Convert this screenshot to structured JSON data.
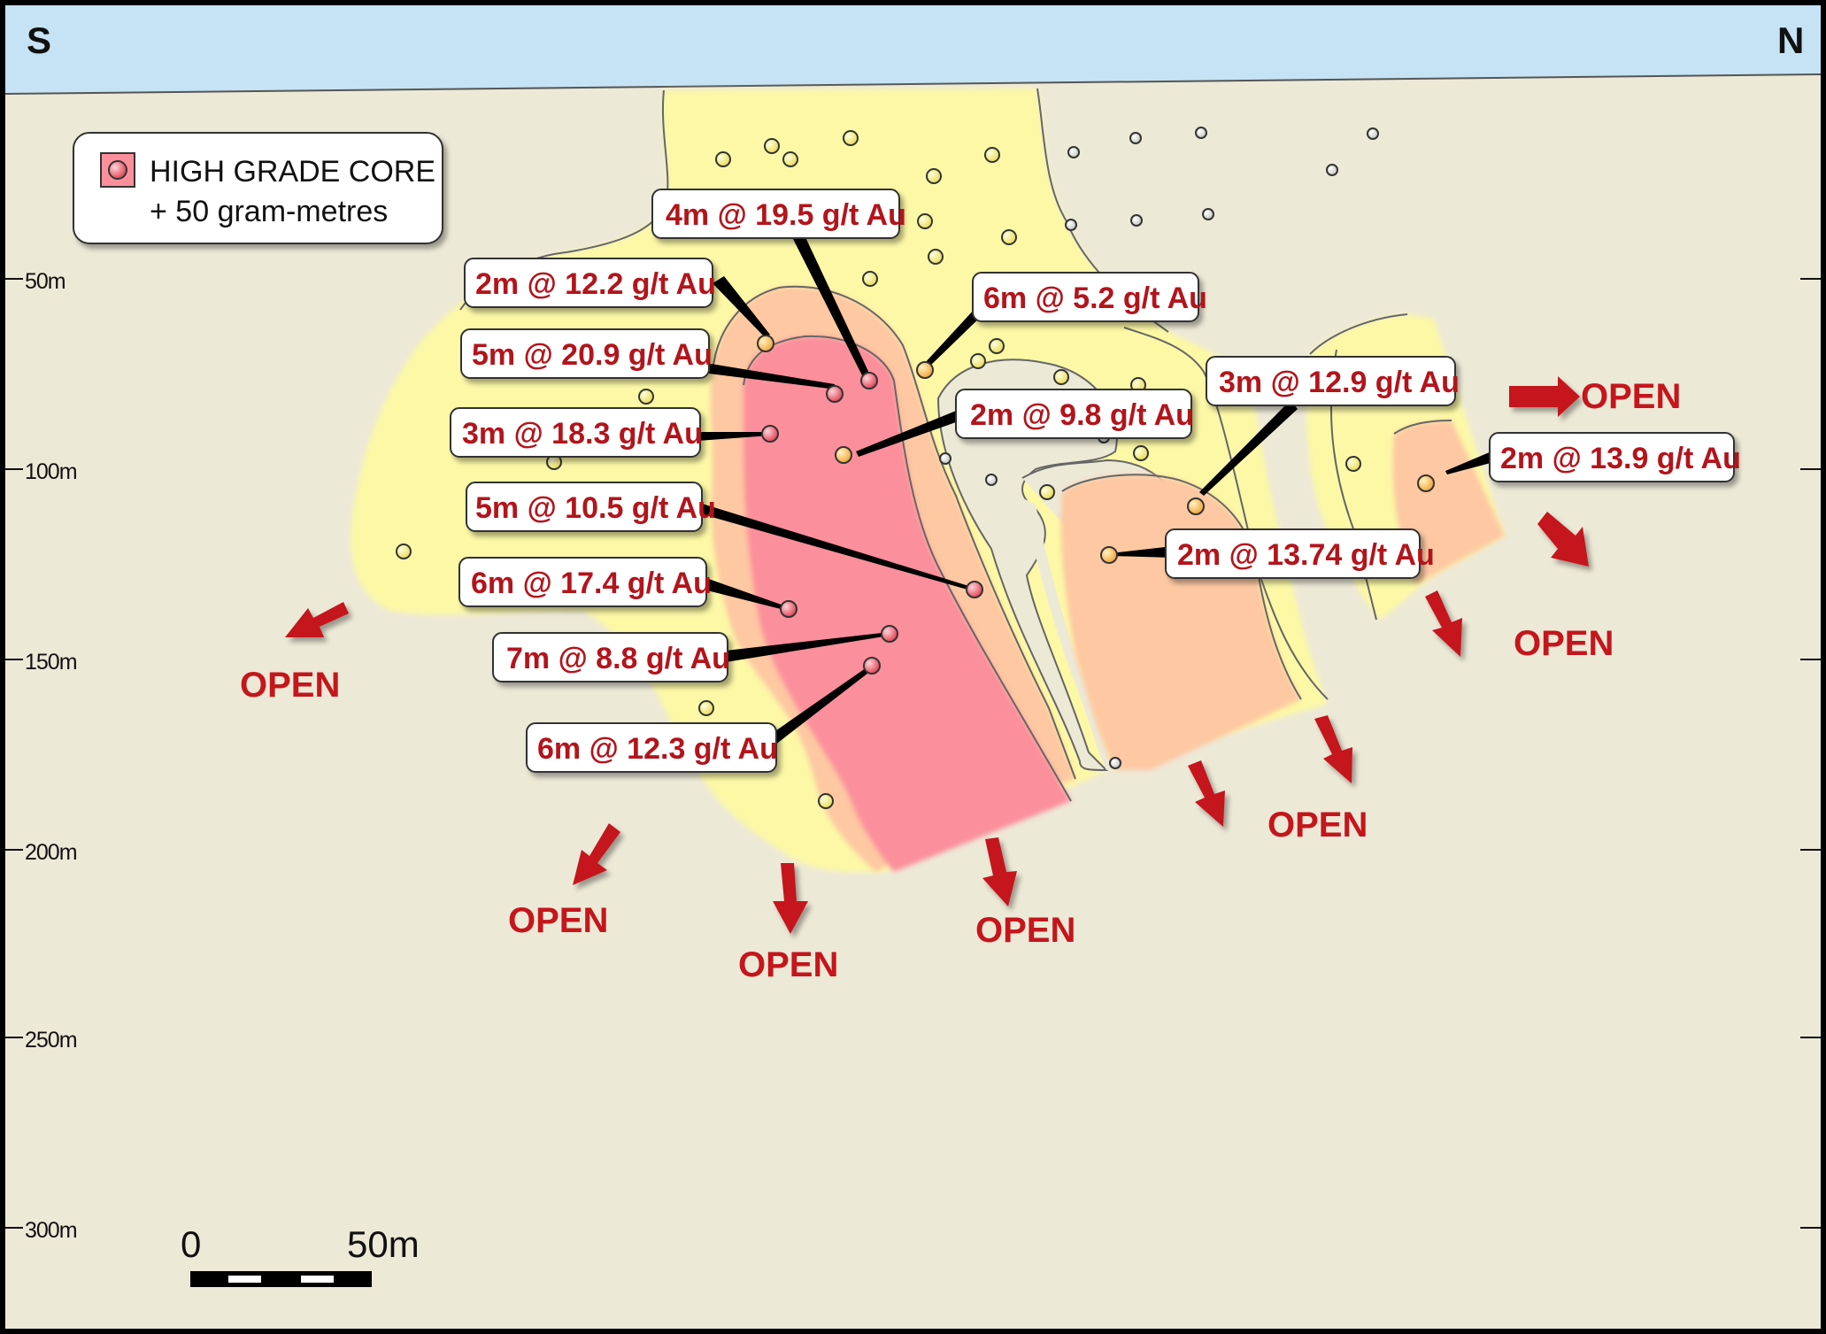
{
  "compass": {
    "left": "S",
    "right": "N"
  },
  "legend": {
    "line1": "HIGH GRADE CORE",
    "line2": "+ 50 gram-metres"
  },
  "depth_labels": [
    "50m",
    "100m",
    "150m",
    "200m",
    "250m",
    "300m"
  ],
  "scale_bar": {
    "start_label": "0",
    "end_label": "50m"
  },
  "intercepts": [
    "4m @ 19.5 g/t Au",
    "2m @ 12.2 g/t Au",
    "6m @ 5.2 g/t Au",
    "5m @ 20.9 g/t Au",
    "2m @ 9.8 g/t Au",
    "3m @ 18.3 g/t Au",
    "3m @ 12.9 g/t Au",
    "2m @ 13.9 g/t Au",
    "5m @ 10.5 g/t Au",
    "2m @ 13.74 g/t Au",
    "6m @ 17.4 g/t Au",
    "7m @ 8.8 g/t Au",
    "6m @ 12.3 g/t Au"
  ],
  "open_label": "OPEN",
  "colors": {
    "sky": "#c5e3f5",
    "background": "#ede9d7",
    "outer_zone": "#fcf8a6",
    "mid_zone": "#fdc8a2",
    "high_grade": "#fb8f9b",
    "accent_red": "#c4161c"
  }
}
